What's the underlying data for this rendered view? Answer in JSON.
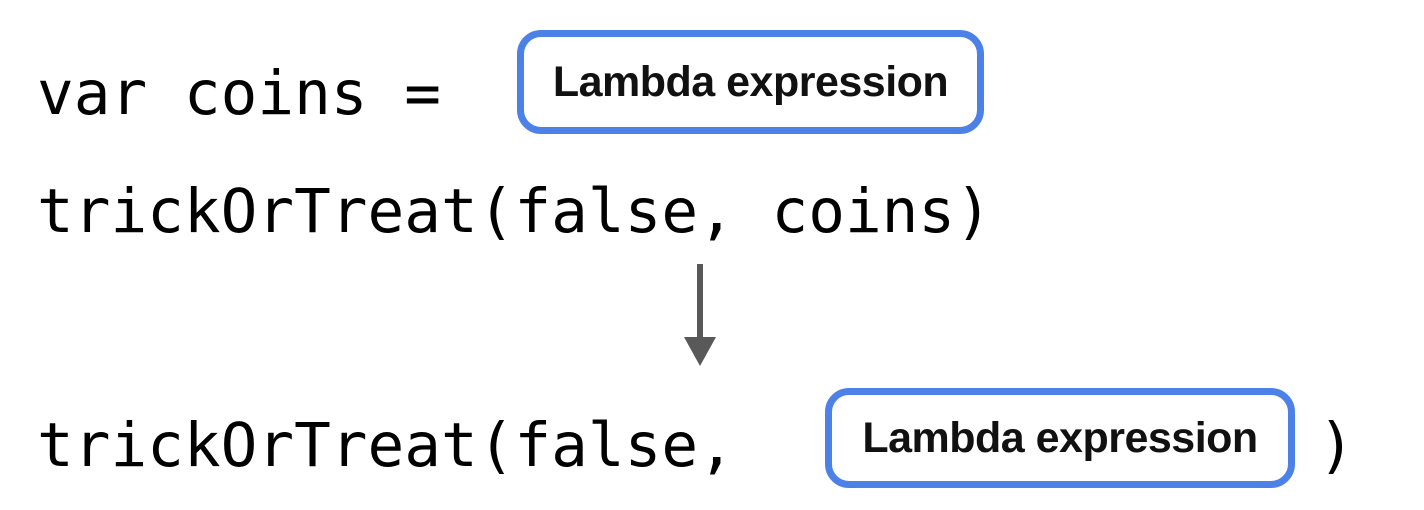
{
  "figure": {
    "kind": "code-transformation-diagram",
    "background_color": "#ffffff",
    "code_text_color": "#000000",
    "accent_color": "#4c82e8",
    "arrow_color": "#595959"
  },
  "before": {
    "line1_code": "var coins = ",
    "line1_chip_label": "Lambda expression",
    "line2_code": "trickOrTreat(false, coins)"
  },
  "transform": {
    "arrow_icon": "arrow-down-icon",
    "direction": "down"
  },
  "after": {
    "line_code_prefix": "trickOrTreat(false, ",
    "chip_label": "Lambda expression",
    "line_code_suffix": ")"
  }
}
